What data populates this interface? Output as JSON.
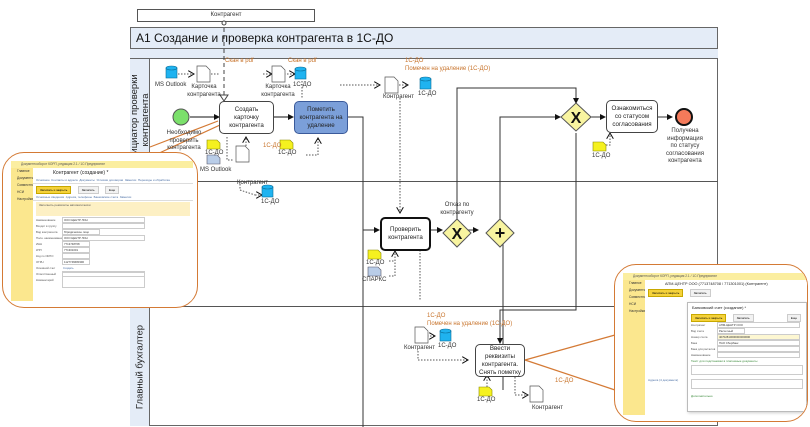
{
  "pool_header": {
    "external_pool_label": "Контрагент",
    "title": "А1 Создание и проверка контрагента в 1С-ДО"
  },
  "lanes": [
    {
      "label": "Инициатор проверки контрагента"
    },
    {
      "label": ""
    },
    {
      "label": "Главный бухгалтер"
    }
  ],
  "events": {
    "start": {
      "label": "Необходимо проверить контрагента",
      "color": "#7be06b"
    },
    "end": {
      "label": "Получена информация по статусу согласования контрагента",
      "color": "#f47a5a"
    }
  },
  "tasks": {
    "create_card": "Создать карточку контрагента",
    "mark_delete": "Пометить контрагента на удаление",
    "check": "Проверить контрагента",
    "review_status": "Ознакомиться со статусом согласования",
    "enter_details": "Ввести реквизиты контрагента. Снять пометку"
  },
  "gateways": {
    "refusal_label": "Отказ по контрагенту"
  },
  "artifacts": {
    "ms_outlook": "MS Outlook",
    "card_doc": "Карточка контрагента",
    "scan": "Скан в pdf",
    "db_1cdo": "1С-ДО",
    "doc_1cdo": "1С-ДО",
    "counterparty": "Контрагент",
    "marked_deleted": "Помечен на удаление (1С-ДО)",
    "sparks": "СПАРКС"
  },
  "colors": {
    "lane_header": "#e4ecf7",
    "task_blue": "#7b9fd9",
    "gateway": "#f8f4a0",
    "data_yellow": "#f5f11f",
    "database": "#1fb3f0",
    "annotation": "#c8742c",
    "callout": "#d47a35"
  },
  "inset_left": {
    "app_title": "Документооборот КОРП, редакция 2.1 / 1С:Предприятие",
    "sidebar": [
      "Главное",
      "Документы",
      "Совместная работа",
      "НСИ",
      "Настройки"
    ],
    "window_title": "Контрагент (создание) *",
    "tabs": [
      "Основное",
      "Контакты и адреса",
      "Документы",
      "Условия договоров",
      "Заметки",
      "Переходы и обработка"
    ],
    "buttons": [
      "Записать и закрыть",
      "Записать",
      "Еще"
    ],
    "sub_tabs": [
      "Основные сведения",
      "Адреса, телефоны",
      "Банковские счета",
      "Заметки"
    ],
    "panel_text": "Заполнить реквизиты автоматически",
    "fields": [
      {
        "label": "Наименование",
        "value": "ООО ЦЕНТР ЛОН"
      },
      {
        "label": "Входит в группу",
        "value": ""
      },
      {
        "label": "Вид контрагента",
        "value": "Юридическое лицо"
      },
      {
        "label": "Полн. наименование",
        "value": "ООО ЦЕНТР ЛОН"
      },
      {
        "label": "ИНН",
        "value": "7713748708"
      },
      {
        "label": "КПП",
        "value": "771301001"
      },
      {
        "label": "Код по ОКПО",
        "value": ""
      },
      {
        "label": "ОГРН",
        "value": "1127746680390"
      },
      {
        "label": "Основной счет",
        "value": "Создать"
      },
      {
        "label": "Ответственный",
        "value": ""
      },
      {
        "label": "Комментарий",
        "value": ""
      }
    ]
  },
  "inset_right": {
    "app_title": "Документооборот КОРП, редакция 2.1 / 1С:Предприятие",
    "sidebar": [
      "Главное",
      "Документы",
      "Совместная работа",
      "НСИ",
      "Настройки"
    ],
    "window_title": "АПМ-ЦЕНТР ООО (7713748708 / 771301001) (Контрагент)",
    "dialog_title": "Банковский счет (создание) *",
    "buttons": [
      "Записать и закрыть",
      "Записать",
      "Еще"
    ],
    "fields": [
      {
        "label": "Контрагент",
        "value": "АПМ-ЦЕНТР ООО"
      },
      {
        "label": "Вид счета",
        "value": "Расчетный"
      },
      {
        "label": "Номер счета",
        "value": "40702810000000000000"
      },
      {
        "label": "Банк",
        "value": "ПАО Сбербанк"
      },
      {
        "label": "Банк для расчетов",
        "value": ""
      },
      {
        "label": "Наименование",
        "value": ""
      }
    ],
    "section": "Текст для подстановки в платежные документы",
    "extra": "Дополнительно",
    "link": "Адреса (4 документа)"
  }
}
